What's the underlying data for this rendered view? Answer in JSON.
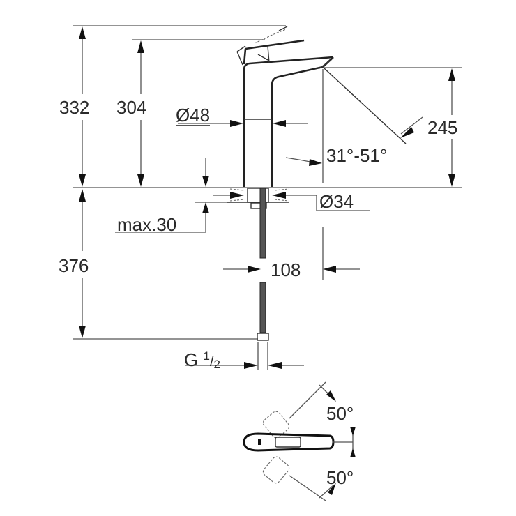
{
  "drawing": {
    "subject": "single-lever basin mixer technical dimension drawing",
    "colors": {
      "line": "#222222",
      "dimension": "#555555",
      "background": "#ffffff"
    }
  },
  "dimensions": {
    "overall_height": "332",
    "lever_height": "304",
    "body_diameter": "Ø48",
    "spout_angle": "31°-51°",
    "spout_height": "245",
    "flange_diameter": "Ø34",
    "max_deck_thickness": "max.30",
    "hose_length": "376",
    "spout_reach": "108",
    "connection_thread_prefix": "G",
    "connection_thread_num": "1",
    "connection_thread_slash": "/",
    "connection_thread_den": "2"
  },
  "top_view": {
    "lever_rotation_up": "50°",
    "lever_rotation_down": "50°"
  }
}
